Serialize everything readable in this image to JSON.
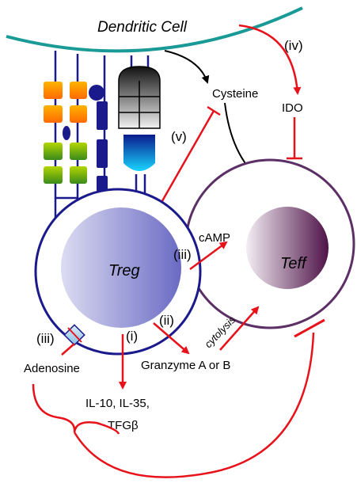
{
  "labels": {
    "dendritic_cell": "Dendritic Cell",
    "cysteine": "Cysteine",
    "ido": "IDO",
    "treg": "Treg",
    "teff": "Teff",
    "camp": "cAMP",
    "adenosine": "Adenosine",
    "granzyme": "Granzyme A or B",
    "cytolysis": "cytolysis",
    "il10": "IL-10, IL-35,",
    "tgfb": "TFGβ",
    "step_i": "(i)",
    "step_ii": "(ii)",
    "step_iii_camp": "(iii)",
    "step_iii_adenosine": "(iii)",
    "step_iv": "(iv)",
    "step_v": "(v)"
  },
  "colors": {
    "membrane": "#1a9a96",
    "inhibition": "#e8121b",
    "treg_ring": "#1b1a8c",
    "teff_ring": "#5c2f66",
    "treg_nucleus": "#7b7bcc",
    "teff_nucleus": "#5a1e54"
  }
}
